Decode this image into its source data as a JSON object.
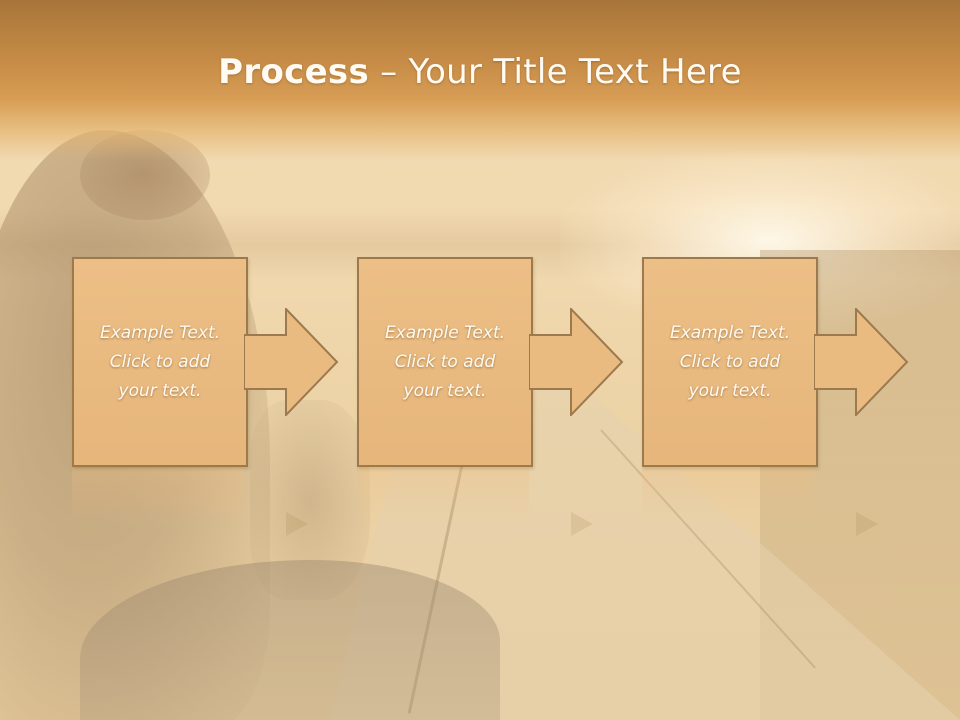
{
  "slide": {
    "title_bold": "Process",
    "title_rest": " – Your Title Text Here",
    "colors": {
      "title_bar": "#c48a45",
      "box_fill": "#e9bb80",
      "box_border": "#9c7a4e",
      "text": "#fffaf0"
    }
  },
  "steps": [
    {
      "line1": "Example Text.",
      "line2": "Click  to add",
      "line3": "your text."
    },
    {
      "line1": "Example Text.",
      "line2": "Click  to add",
      "line3": "your text."
    },
    {
      "line1": "Example Text.",
      "line2": "Click  to add",
      "line3": "your text."
    }
  ]
}
